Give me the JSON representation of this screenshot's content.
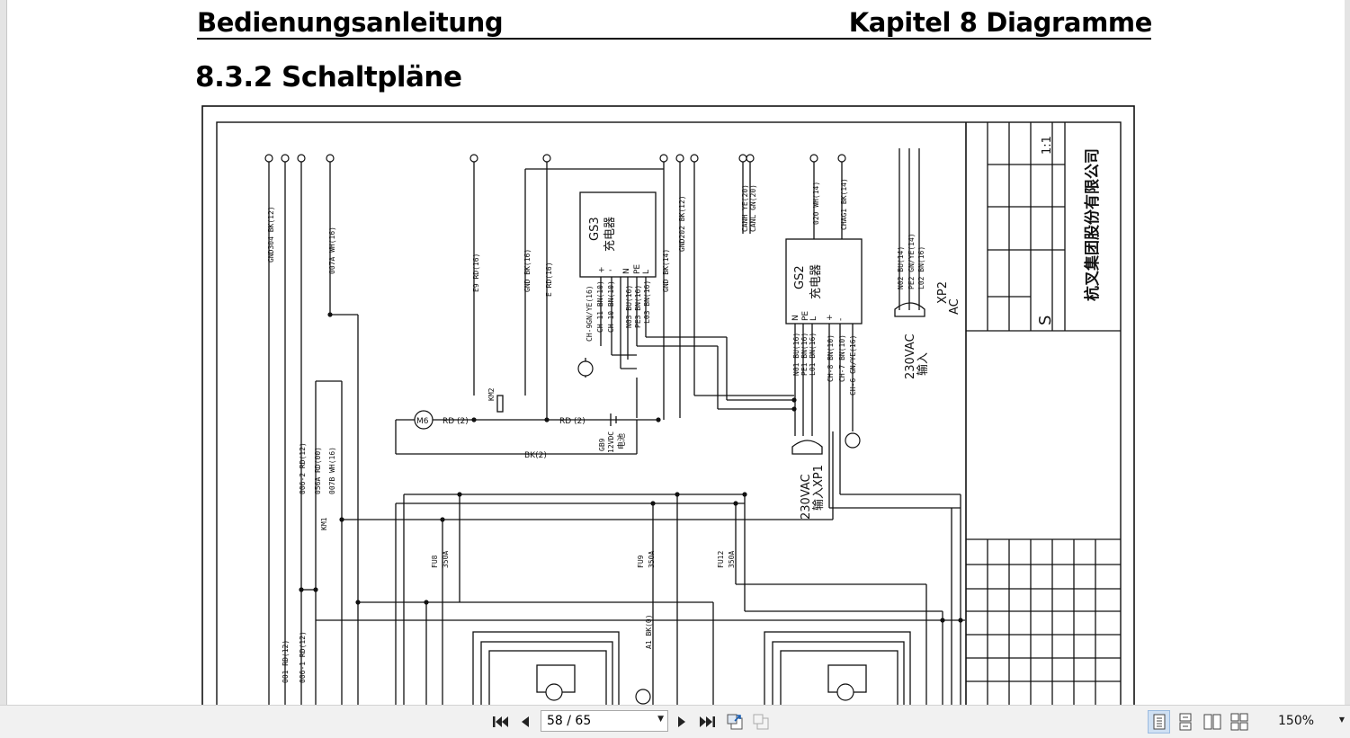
{
  "document": {
    "header_left": "Bedienungsanleitung",
    "header_right": "Kapitel 8 Diagramme",
    "section_title": "8.3.2 Schaltpläne"
  },
  "schematic": {
    "labels": {
      "gnd304": "GND304 BK(12)",
      "w007a": "007A WH(16)",
      "e9": "E9 RD(16)",
      "gnd_bk16": "GND BK(16)",
      "e_rd16": "E RD(16)",
      "gnd_bk14": "GND BK(14)",
      "gnd202": "GND202 BK(12)",
      "canh": "CANH YE(20)",
      "canl": "CANL GN(20)",
      "w020": "020 WH(14)",
      "chag1": "CHAG1 BK(14)",
      "n02": "N02 BU(14)",
      "pe2": "PE2 GN/YE(14)",
      "l02": "L02 BN(16)",
      "gs3": "GS3",
      "gs2": "GS2",
      "charger": "充电器",
      "pin_plus": "+",
      "pin_minus": "-",
      "pin_n": "N",
      "pin_pe": "PE",
      "pin_l": "L",
      "ch9": "CH-9GN/YE(16)",
      "ch11": "CH-11 BN(10)",
      "ch10": "CH-10 BN(10)",
      "n03": "N03 BU(16)",
      "pe3": "PE3 BN(16)",
      "l03": "L03 BN(16)",
      "n01": "N01 BU(16)",
      "pe1": "PE1 BN(16)",
      "l01": "L01 BN(16)",
      "ch8": "CH-8 BN(10)",
      "ch7": "CH-7 BN(10)",
      "ch6": "CH-6 GN/YE(16)",
      "xp2": "XP2",
      "ac": "AC",
      "v230_a": "230VAC",
      "input": "输入",
      "v230_b": "230VAC",
      "xp1": "XP1",
      "m6": "M6",
      "km2": "KM2",
      "rd2": "RD (2)",
      "bk2": "BK(2)",
      "gb9": "GB9",
      "v12": "12VDC",
      "battery": "电池",
      "w006_2": "006-2 RD(12)",
      "w056a": "056A RD(00)",
      "w007b": "007B WH(16)",
      "km1": "KM1",
      "fu8": "FU8",
      "fu9": "FU9",
      "fu12": "FU12",
      "a350": "350A",
      "a1": "A1 BK(0)",
      "w001": "001 RD(12)",
      "w006_1": "006-1 RD(12)",
      "company": "杭叉集团股份有限公司",
      "scale": "1:1",
      "s": "S"
    }
  },
  "toolbar": {
    "current_page": "58",
    "total_pages": "65",
    "page_display": "58 / 65",
    "zoom": "150%",
    "icons": {
      "first": "first-page-icon",
      "prev": "previous-page-icon",
      "next": "next-page-icon",
      "last": "last-page-icon"
    }
  }
}
